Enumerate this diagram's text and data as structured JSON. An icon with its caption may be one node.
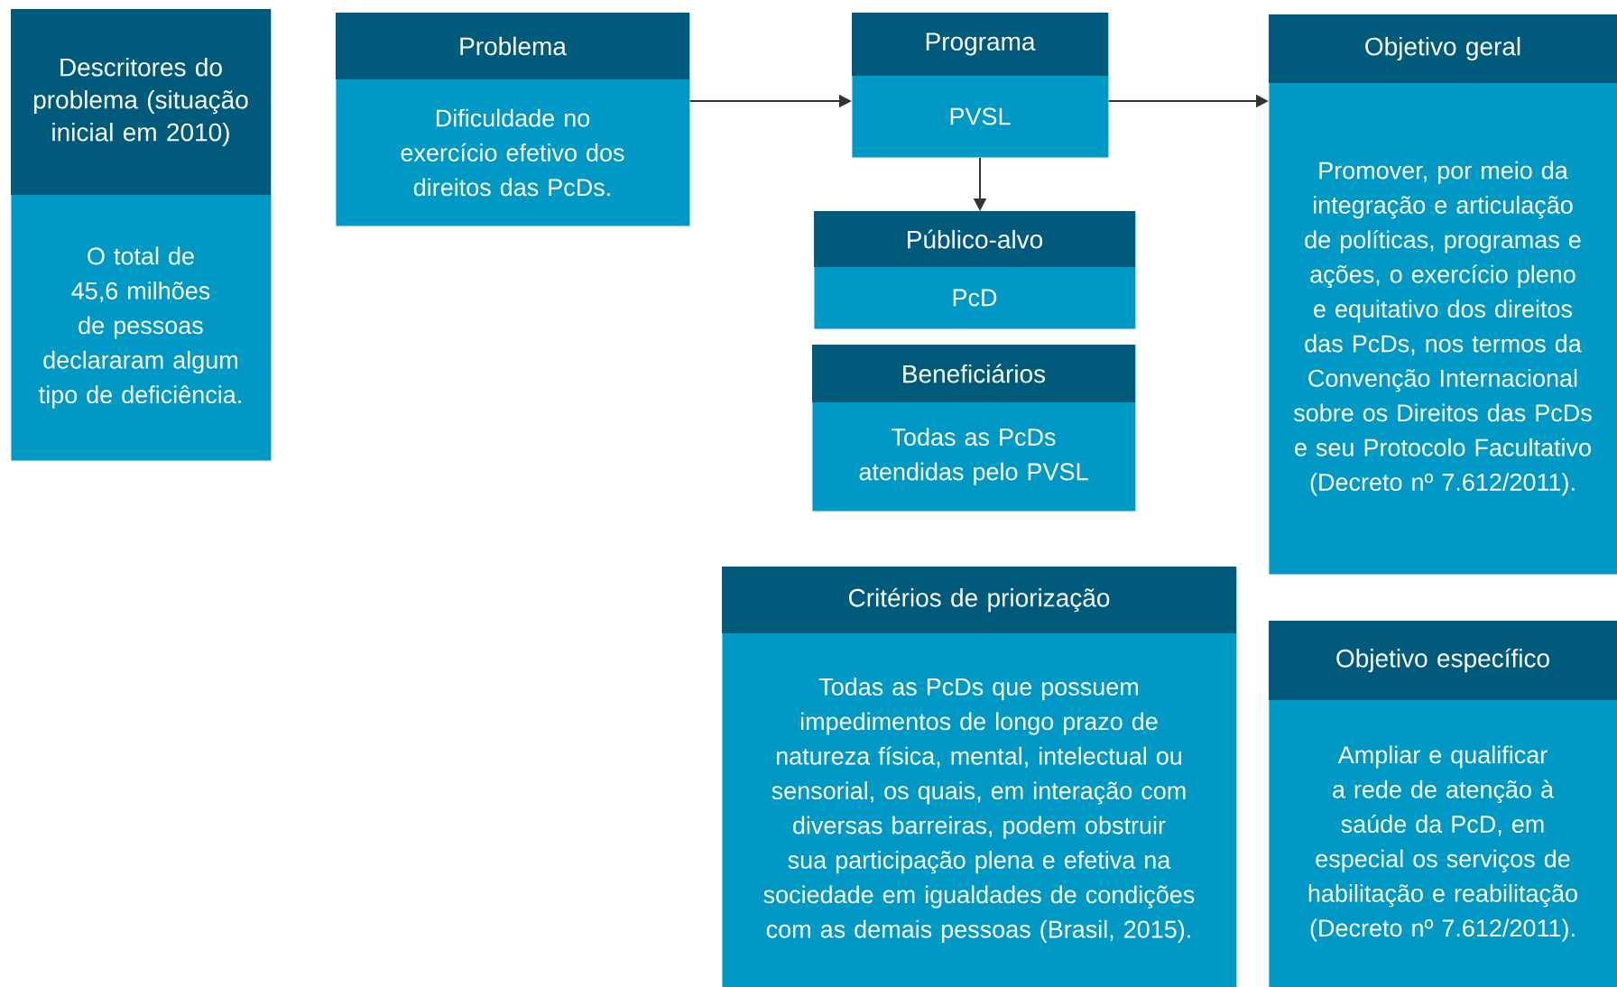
{
  "diagram": {
    "nodes": [
      {
        "text": [
          "Descritores do problema (situação inicial em 2010)",
          "O total de 45,6 milhões de pessoas declararam algum tipo de deficiência."
        ]
      },
      {
        "text": [
          "Problema",
          "Dificuldade no exercício efetivo dos direitos das PcDs."
        ]
      },
      {
        "text": [
          "Programa",
          "PVSL"
        ]
      },
      {
        "text": [
          "Objetivo geral",
          "Promover, por meio da integração e articulação de políticas, programas e ações, o exercício pleno e equitativo dos direitos das PcDs, nos termos da Convenção Internacional sobre os Direitos das PcDs e seu Protocolo Facultativo (Decreto nº 7.612/2011)."
        ]
      },
      {
        "text": [
          "Público-alvo",
          "PcD"
        ]
      },
      {
        "text": [
          "Beneficiários",
          "Todas as PcDs atendidas pelo PVSL"
        ]
      },
      {
        "text": [
          "Critérios de priorização",
          "Todas as PcDs que possuem impedimentos de longo prazo de natureza física, mental, intelectual ou sensorial, os quais, em interação com diversas barreiras, podem obstruir sua participação plena e efetiva na sociedade em igualdades de condições com as demais pessoas (Brasil, 2015)."
        ]
      },
      {
        "text": [
          "Objetivo específico",
          "Ampliar e qualificar a rede de atenção à saúde da PcD, em especial os serviços de habilitação e reabilitação (Decreto nº 7.612/2011)."
        ]
      }
    ],
    "edges": [
      {
        "from": 1,
        "to": 2,
        "arrow": "to"
      },
      {
        "from": 2,
        "to": 3,
        "arrow": "to"
      },
      {
        "from": 2,
        "to": 4,
        "arrow": "to"
      }
    ]
  }
}
